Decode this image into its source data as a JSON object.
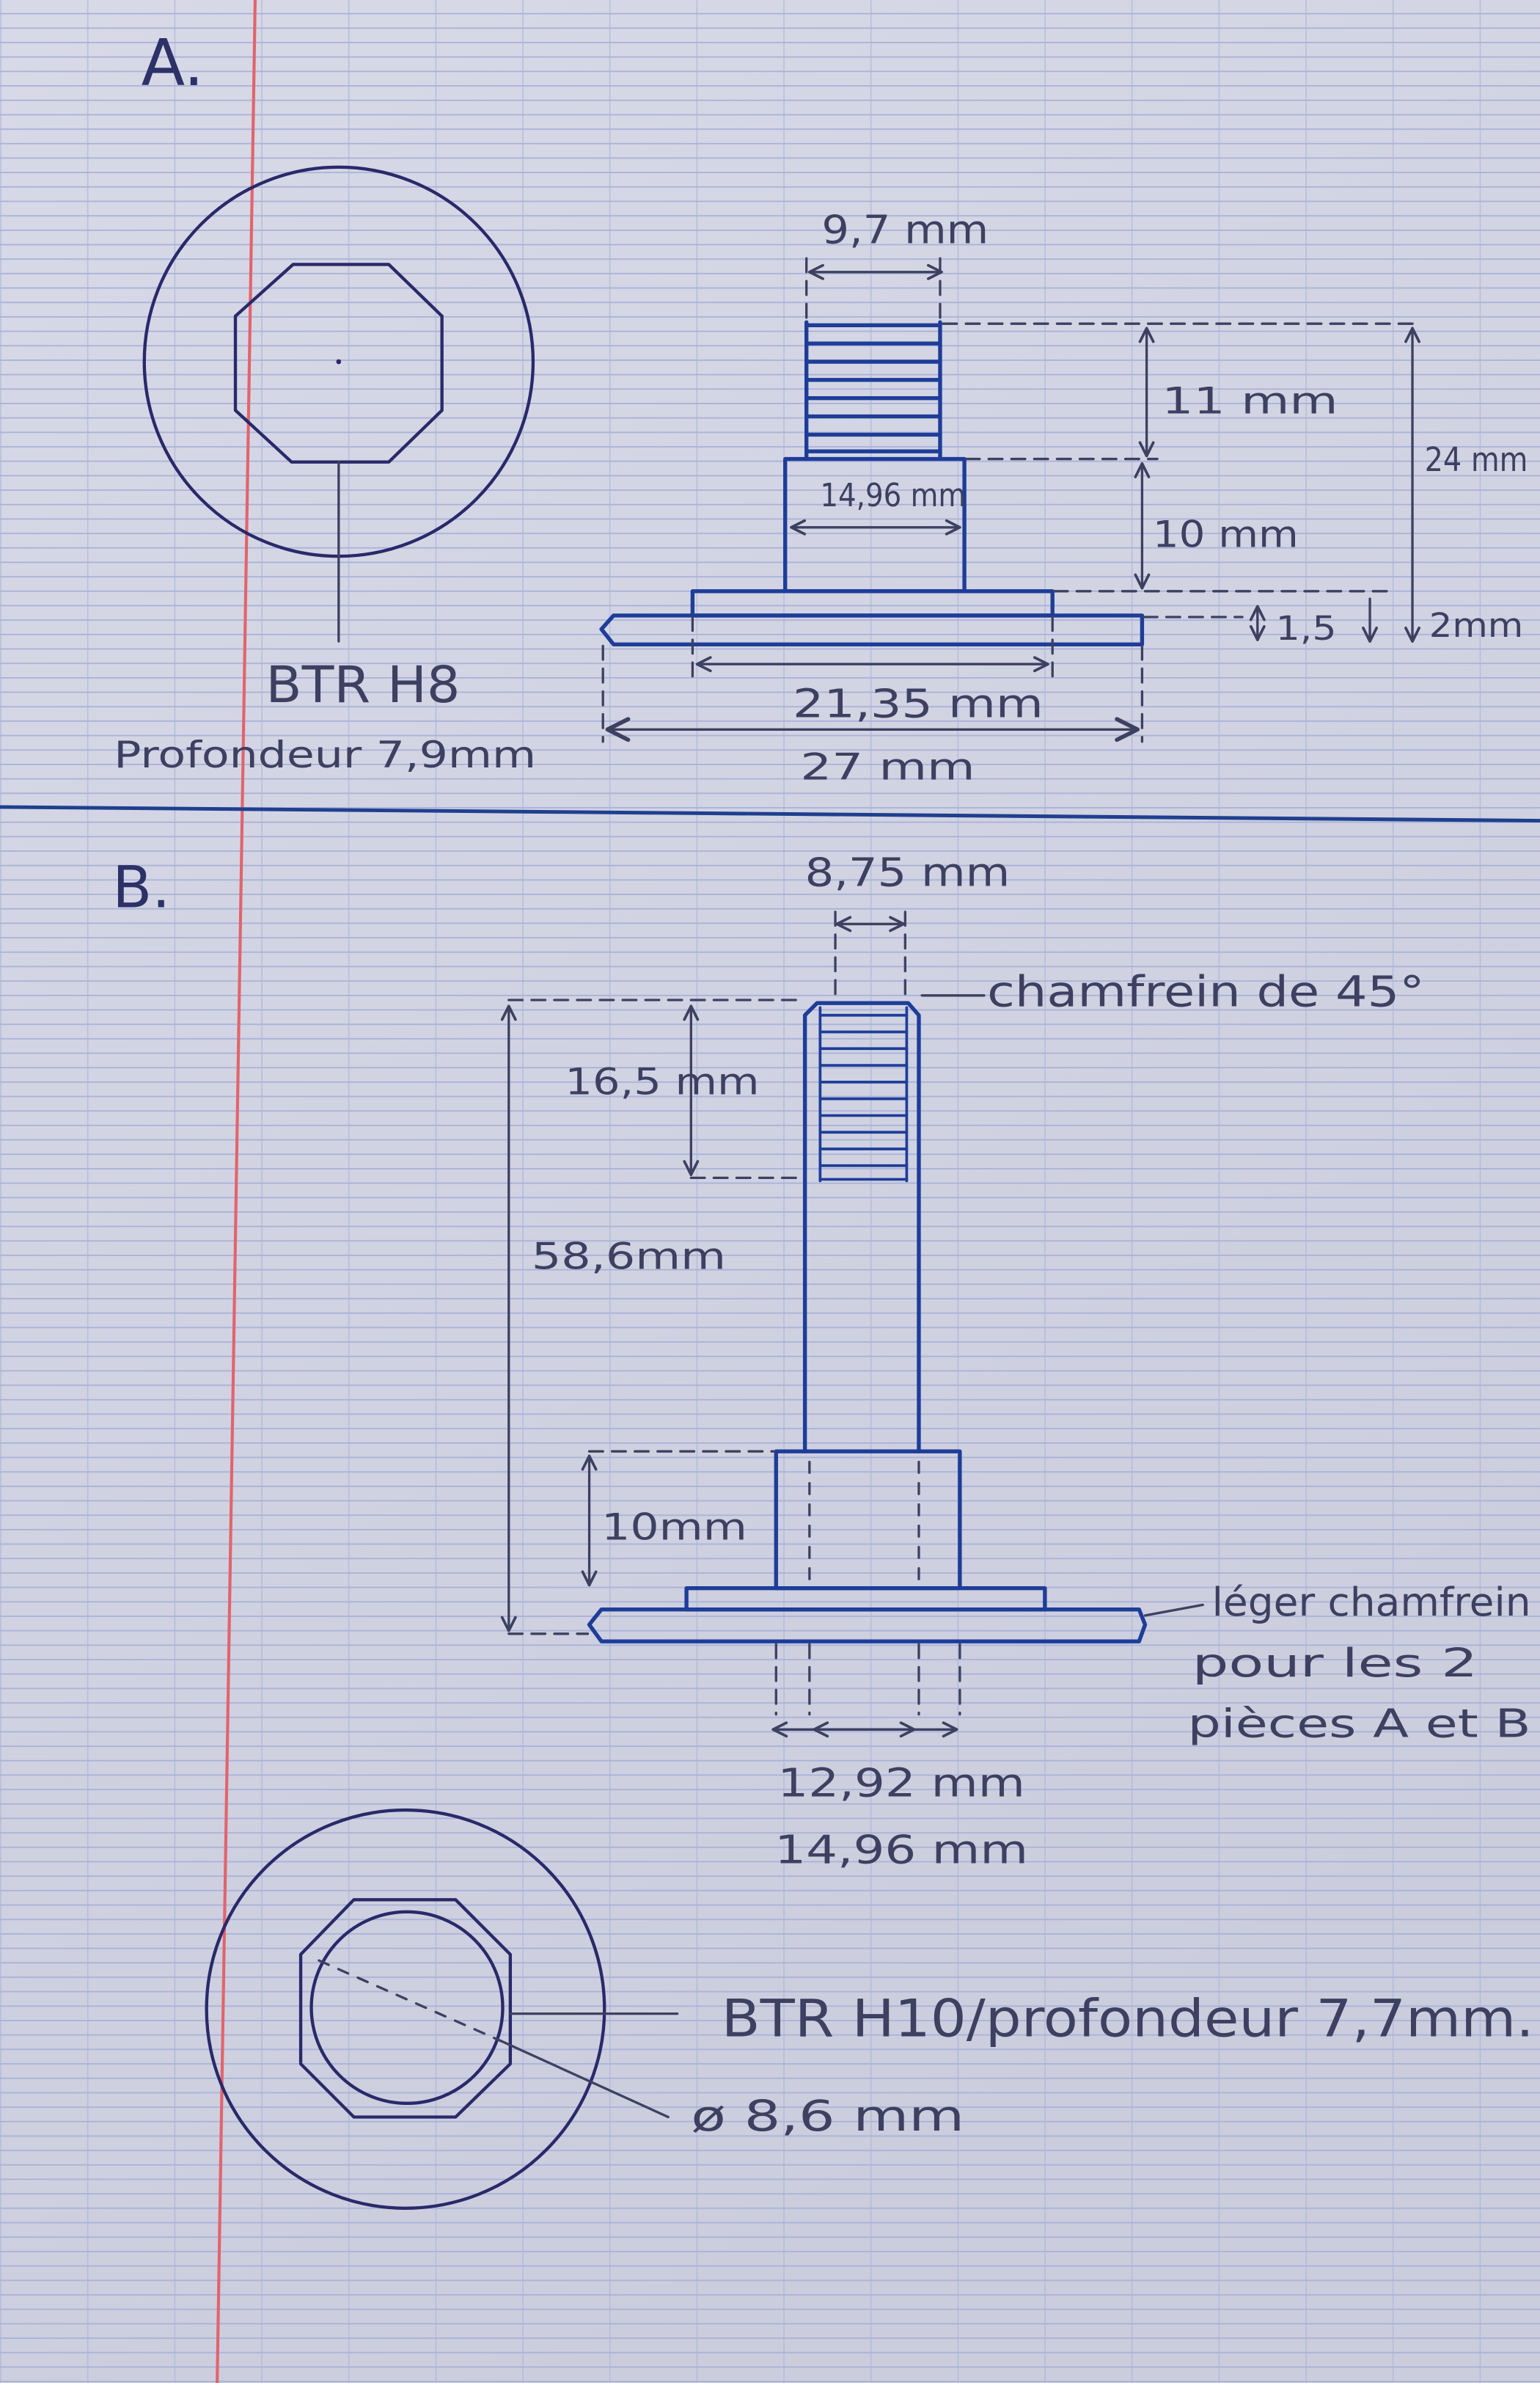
{
  "colors": {
    "paper": "#d8d9e7",
    "paper_shade": "#cbcddd",
    "rule_line": "#a9b3d8",
    "margin_line": "#e2646c",
    "separator_line": "#1f3f8f",
    "part_ink": "#1e3d99",
    "circle_ink": "#29296a",
    "label_ink": "#3d4060"
  },
  "section_a": {
    "label": "A.",
    "end_view": {
      "icon": "octagon-socket-icon",
      "socket_label": "BTR H8",
      "depth_label": "Profondeur 7,9mm"
    },
    "side_view": {
      "thread_width": "9,7 mm",
      "thread_height": "11 mm",
      "total_height": "24 mm",
      "body_width": "14,96 mm",
      "body_height": "10 mm",
      "flange_thickness": "1,5",
      "base_thickness": "2mm",
      "flange_width": "21,35 mm",
      "base_width": "27 mm"
    }
  },
  "section_b": {
    "label": "B.",
    "side_view": {
      "shaft_width": "8,75 mm",
      "chamfer_note": "chamfrein de 45°",
      "thread_depth": "16,5 mm",
      "total_height": "58,6mm",
      "body_height": "10mm",
      "edge_note": [
        "léger chamfrein",
        "pour les 2",
        "pièces A et B"
      ],
      "inner_width": "12,92 mm",
      "body_width": "14,96 mm"
    },
    "end_view": {
      "icon": "octagon-socket-icon",
      "socket_label": "BTR H10/profondeur 7,7mm.",
      "bore_diameter": "ø 8,6 mm"
    }
  }
}
